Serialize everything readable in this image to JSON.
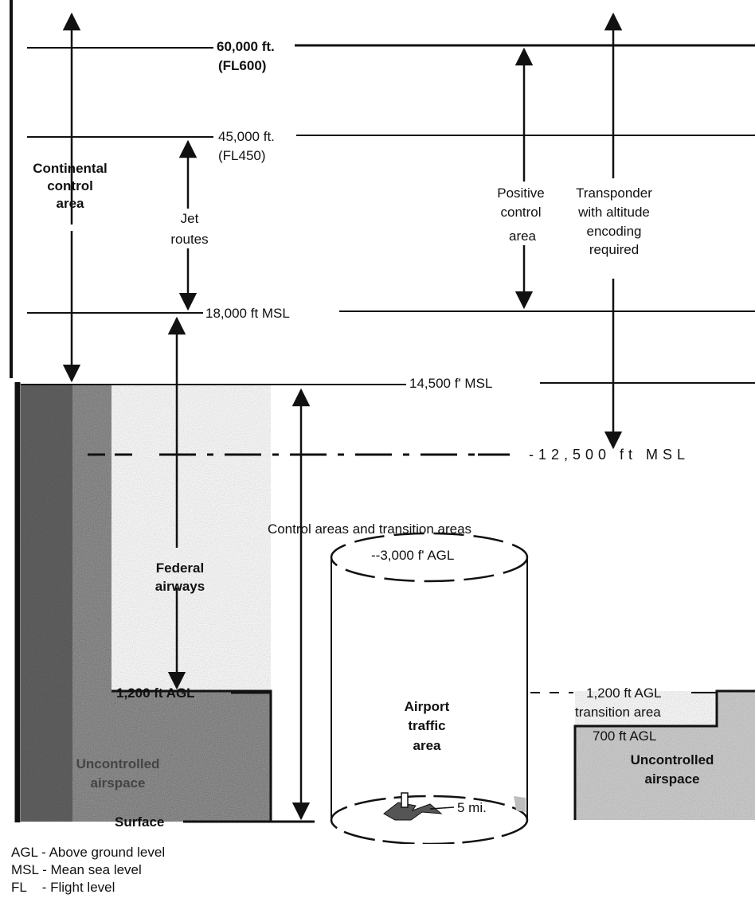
{
  "altitudes": {
    "fl600_ft": "60,000 ft.",
    "fl600_fl": "(FL600)",
    "fl450_ft": "45,000 ft.",
    "fl450_fl": "(FL450)",
    "msl18000": "18,000  ft  MSL",
    "msl14500": "14,500  f'  MSL",
    "msl12500": "-12,500 ft MSL",
    "agl1200_left": "1,200 ft AGL",
    "agl3000": "--3,000  f'  AGL",
    "agl1200_right": "1,200  ft  AGL",
    "agl700": "700 ft AGL",
    "surface": "Surface"
  },
  "regions": {
    "continental": [
      "Continental",
      "control",
      "area"
    ],
    "jet_routes": [
      "Jet",
      "routes"
    ],
    "positive_control": [
      "Positive",
      "control",
      "area"
    ],
    "transponder": [
      "Transponder",
      "with  altitude",
      "encoding",
      "required"
    ],
    "control_transition": "Control  areas  and  transition  areas",
    "federal_airways": [
      "Federal",
      "airways"
    ],
    "airport_traffic": [
      "Airport",
      "traffic",
      "area"
    ],
    "transition_area": "transition  area",
    "uncontrolled_left": [
      "Uncontrolled",
      "airspace"
    ],
    "uncontrolled_right": [
      "Uncontrolled",
      "airspace"
    ],
    "radius": "5 mi."
  },
  "legend": [
    {
      "abbr": "AGL",
      "text": "-  Above  ground  level"
    },
    {
      "abbr": "MSL",
      "text": "-  Mean  sea  level"
    },
    {
      "abbr": "FL",
      "text": "-  Flight  level"
    }
  ],
  "colors": {
    "ink": "#111111",
    "shade_dark": "#3a3a3a",
    "shade_light": "#bdbdbd"
  }
}
